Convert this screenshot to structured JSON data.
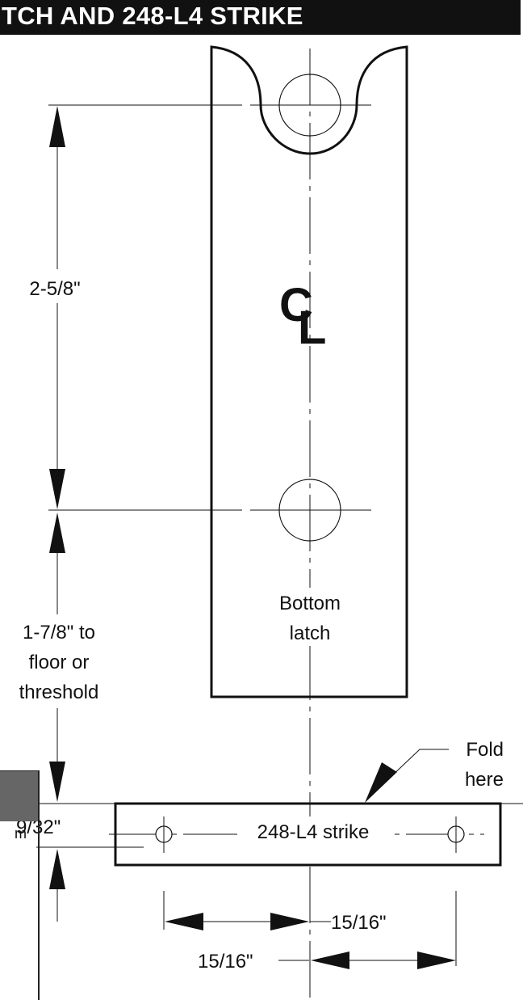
{
  "header": {
    "title": "TCH AND 248-L4 STRIKE",
    "background": "#111111"
  },
  "diagram": {
    "centerline_symbol_c": "C",
    "centerline_symbol_l": "L",
    "dim_top_spacing": "2-5/8\"",
    "dim_floor_line1": "1-7/8\" to",
    "dim_floor_line2": "floor or",
    "dim_floor_line3": "threshold",
    "bottom_latch_line1": "Bottom",
    "bottom_latch_line2": "latch",
    "fold_line1": "Fold",
    "fold_line2": "here",
    "dim_strike_offset": "9/32\"",
    "strike_label": "248-L4 strike",
    "dim_right_hole": "15/16\"",
    "dim_left_hole": "15/16\""
  },
  "corner": {
    "text": "m",
    "fill": "#666666"
  }
}
